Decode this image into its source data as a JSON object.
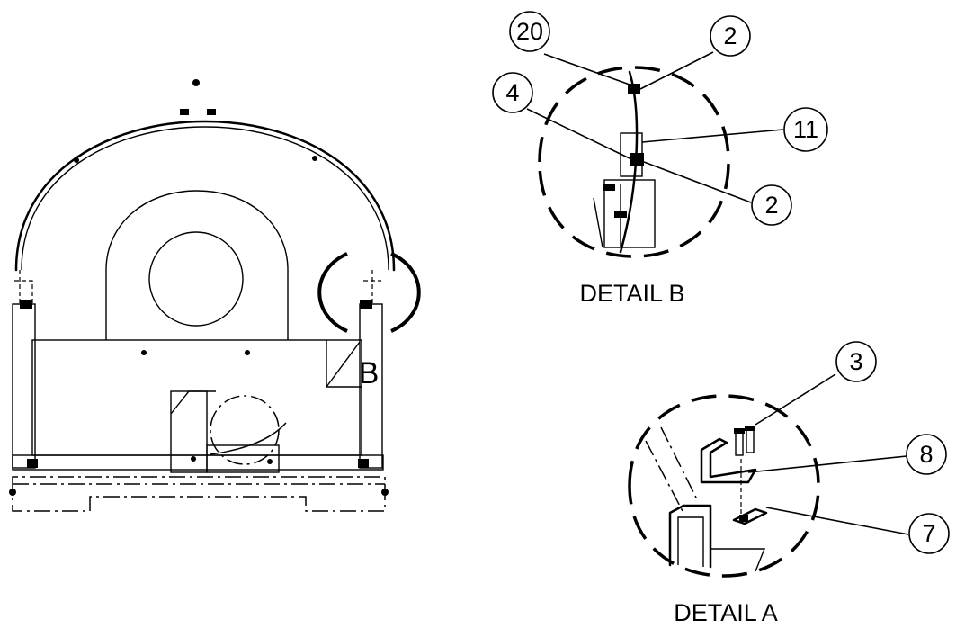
{
  "main_view": {
    "detail_label": "B"
  },
  "detail_b": {
    "title": "DETAIL B",
    "callouts": [
      "20",
      "2",
      "4",
      "11",
      "2"
    ]
  },
  "detail_a": {
    "title": "DETAIL A",
    "callouts": [
      "3",
      "8",
      "7"
    ]
  }
}
